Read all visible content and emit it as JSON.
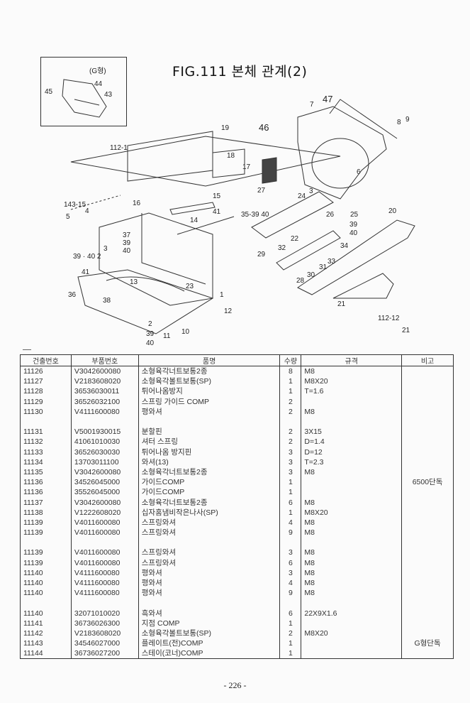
{
  "figure": {
    "title": "FIG.111 본체 관계(2)",
    "inset_label": "(G형)",
    "callouts": [
      "44",
      "43",
      "45",
      "47",
      "46",
      "7",
      "8",
      "9",
      "19",
      "112-1",
      "18",
      "17",
      "6",
      "16",
      "15",
      "27",
      "24",
      "3",
      "26",
      "25",
      "20",
      "143-15",
      "41",
      "35-39 40",
      "14",
      "39",
      "40",
      "37",
      "39",
      "40",
      "22",
      "34",
      "3",
      "39 · 40 2",
      "32",
      "29",
      "33",
      "31",
      "28",
      "30",
      "41",
      "13",
      "36",
      "38",
      "23",
      "1",
      "12",
      "2",
      "39",
      "40",
      "11",
      "10",
      "21",
      "112-12",
      "21",
      "5",
      "4"
    ]
  },
  "table": {
    "headers": [
      "건출번호",
      "부품번호",
      "품명",
      "수량",
      "규격",
      "비고"
    ],
    "rows": [
      {
        "ref": "11126",
        "part_no": "V3042600080",
        "name": "소형육각너트보통2종",
        "qty": "8",
        "spec": "M8",
        "note": ""
      },
      {
        "ref": "11127",
        "part_no": "V2183608020",
        "name": "소형육각볼트보통(SP)",
        "qty": "1",
        "spec": "M8X20",
        "note": ""
      },
      {
        "ref": "11128",
        "part_no": "36536030011",
        "name": "튀어나옴방지",
        "qty": "1",
        "spec": "T=1.6",
        "note": ""
      },
      {
        "ref": "11129",
        "part_no": "36526032100",
        "name": "스프링 가이드 COMP",
        "qty": "2",
        "spec": "",
        "note": ""
      },
      {
        "ref": "11130",
        "part_no": "V4111600080",
        "name": "평와셔",
        "qty": "2",
        "spec": "M8",
        "note": ""
      },
      {
        "spacer": true
      },
      {
        "ref": "11131",
        "part_no": "V5001930015",
        "name": "분할핀",
        "qty": "2",
        "spec": "3X15",
        "note": ""
      },
      {
        "ref": "11132",
        "part_no": "41061010030",
        "name": "셔터 스프링",
        "qty": "2",
        "spec": "D=1.4",
        "note": ""
      },
      {
        "ref": "11133",
        "part_no": "36526030030",
        "name": "튀어나옴 방지핀",
        "qty": "3",
        "spec": "D=12",
        "note": ""
      },
      {
        "ref": "11134",
        "part_no": "13703011100",
        "name": "와셔(13)",
        "qty": "3",
        "spec": "T=2.3",
        "note": ""
      },
      {
        "ref": "11135",
        "part_no": "V3042600080",
        "name": "소형육각너트보통2종",
        "qty": "3",
        "spec": "M8",
        "note": ""
      },
      {
        "ref": "11136",
        "part_no": "34526045000",
        "name": "가이드COMP",
        "qty": "1",
        "spec": "",
        "note": "6500단독"
      },
      {
        "ref": "11136",
        "part_no": "35526045000",
        "name": "가이드COMP",
        "qty": "1",
        "spec": "",
        "note": ""
      },
      {
        "ref": "11137",
        "part_no": "V3042600080",
        "name": "소형육각너트보통2종",
        "qty": "6",
        "spec": "M8",
        "note": ""
      },
      {
        "ref": "11138",
        "part_no": "V1222608020",
        "name": "십자홈냄비작은나사(SP)",
        "qty": "1",
        "spec": "M8X20",
        "note": ""
      },
      {
        "ref": "11139",
        "part_no": "V4011600080",
        "name": "스프링와셔",
        "qty": "4",
        "spec": "M8",
        "note": ""
      },
      {
        "ref": "11139",
        "part_no": "V4011600080",
        "name": "스프링와셔",
        "qty": "9",
        "spec": "M8",
        "note": ""
      },
      {
        "spacer": true
      },
      {
        "ref": "11139",
        "part_no": "V4011600080",
        "name": "스프링와셔",
        "qty": "3",
        "spec": "M8",
        "note": ""
      },
      {
        "ref": "11139",
        "part_no": "V4011600080",
        "name": "스프링와셔",
        "qty": "6",
        "spec": "M8",
        "note": ""
      },
      {
        "ref": "11140",
        "part_no": "V4111600080",
        "name": "평와셔",
        "qty": "3",
        "spec": "M8",
        "note": ""
      },
      {
        "ref": "11140",
        "part_no": "V4111600080",
        "name": "평와셔",
        "qty": "4",
        "spec": "M8",
        "note": ""
      },
      {
        "ref": "11140",
        "part_no": "V4111600080",
        "name": "평와셔",
        "qty": "9",
        "spec": "M8",
        "note": ""
      },
      {
        "spacer": true
      },
      {
        "ref": "11140",
        "part_no": "32071010020",
        "name": "흑와셔",
        "qty": "6",
        "spec": "22X9X1.6",
        "note": ""
      },
      {
        "ref": "11141",
        "part_no": "36736026300",
        "name": "지점 COMP",
        "qty": "1",
        "spec": "",
        "note": ""
      },
      {
        "ref": "11142",
        "part_no": "V2183608020",
        "name": "소형육각볼트보통(SP)",
        "qty": "2",
        "spec": "M8X20",
        "note": ""
      },
      {
        "ref": "11143",
        "part_no": "34546027000",
        "name": "플레이트(전)COMP",
        "qty": "1",
        "spec": "",
        "note": "G형단독"
      },
      {
        "ref": "11144",
        "part_no": "36736027200",
        "name": "스테이(코너)COMP",
        "qty": "1",
        "spec": "",
        "note": ""
      }
    ]
  },
  "page_number": "- 226 -"
}
